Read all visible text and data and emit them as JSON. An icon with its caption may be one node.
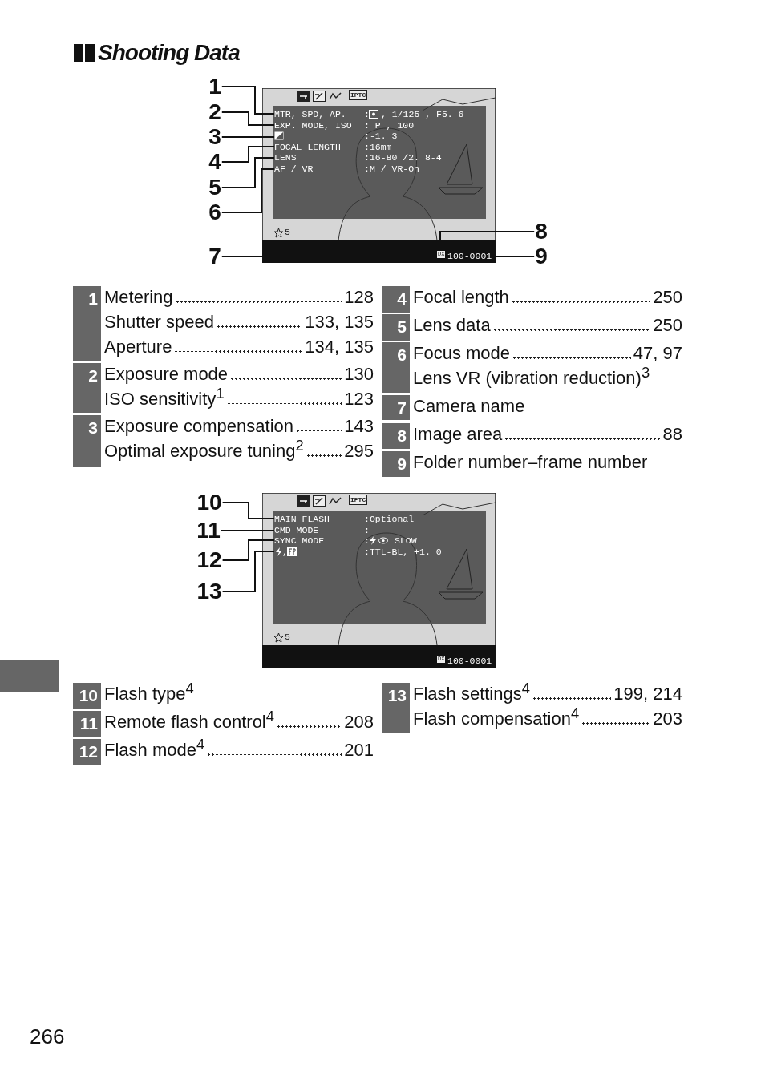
{
  "diagram": {
    "title": "Shooting Data",
    "nodes": [
      {
        "text": [
          "1"
        ]
      },
      {
        "text": [
          "2"
        ]
      },
      {
        "text": [
          "3"
        ]
      },
      {
        "text": [
          "4"
        ]
      },
      {
        "text": [
          "5"
        ]
      },
      {
        "text": [
          "6"
        ]
      },
      {
        "text": [
          "7"
        ]
      },
      {
        "text": [
          "8"
        ]
      },
      {
        "text": [
          "9"
        ]
      },
      {
        "text": [
          "10"
        ]
      },
      {
        "text": [
          "11"
        ]
      },
      {
        "text": [
          "12"
        ]
      },
      {
        "text": [
          "13"
        ]
      },
      {
        "text": [],
        "shape": "picture"
      },
      {
        "text": [],
        "shape": "picture"
      },
      {
        "text": [],
        "shape": "bar"
      }
    ],
    "edges": [
      {
        "from": 0,
        "to": 13,
        "arrow": "none"
      },
      {
        "from": 1,
        "to": 13,
        "arrow": "none"
      },
      {
        "from": 2,
        "to": 13,
        "arrow": "none"
      },
      {
        "from": 3,
        "to": 13,
        "arrow": "none"
      },
      {
        "from": 4,
        "to": 13,
        "arrow": "none"
      },
      {
        "from": 5,
        "to": 13,
        "arrow": "none"
      },
      {
        "from": 6,
        "to": 13,
        "arrow": "none"
      },
      {
        "from": 7,
        "to": 13,
        "arrow": "none"
      },
      {
        "from": 8,
        "to": 13,
        "arrow": "none"
      },
      {
        "from": 9,
        "to": 14,
        "arrow": "none"
      },
      {
        "from": 10,
        "to": 14,
        "arrow": "none"
      },
      {
        "from": 11,
        "to": 14,
        "arrow": "none"
      },
      {
        "from": 12,
        "to": 14,
        "arrow": "none"
      }
    ],
    "labels": [
      "IPTC",
      "MTR, SPD, AP.",
      ":",
      ", 1/125 , F5. 6",
      "EXP. MODE, ISO",
      ": P , 100",
      ":-1. 3",
      "FOCAL LENGTH",
      ":16mm",
      "LENS",
      ":16-80 /2. 8-4",
      "AF / VR",
      ":M / VR-On",
      "5",
      "DX",
      "100-0001",
      "1",
      "Metering",
      "128",
      "Shutter speed",
      "133, 135",
      "Aperture",
      "134, 135",
      "2",
      "Exposure mode",
      "130",
      "ISO sensitivity$^{1}$",
      "123",
      "3",
      "Exposure compensation",
      "143",
      "Optimal exposure tuning$^{2}$",
      "295",
      "4",
      "Focal length",
      "250",
      "5",
      "Lens data",
      "250",
      "6",
      "Focus mode",
      "47, 97",
      "Lens VR (vibration reduction)$^{3}$",
      "7",
      "Camera name",
      "8",
      "Image area",
      "88",
      "9",
      "Folder number–frame number",
      "IPTC",
      "MAIN FLASH",
      ":Optional",
      "CMD MODE",
      ":",
      "SYNC MODE",
      ":",
      "SLOW",
      ",",
      ":TTL-BL, +1. 0",
      "5",
      "DX",
      "100-0001",
      "10",
      "Flash type$^{4}$",
      "11",
      "Remote flash control$^{4}$",
      "208",
      "12",
      "Flash mode$^{4}$",
      "201",
      "13",
      "Flash settings$^{4}$",
      "199, 214",
      "Flash compensation$^{4}$",
      "203",
      "266"
    ]
  }
}
